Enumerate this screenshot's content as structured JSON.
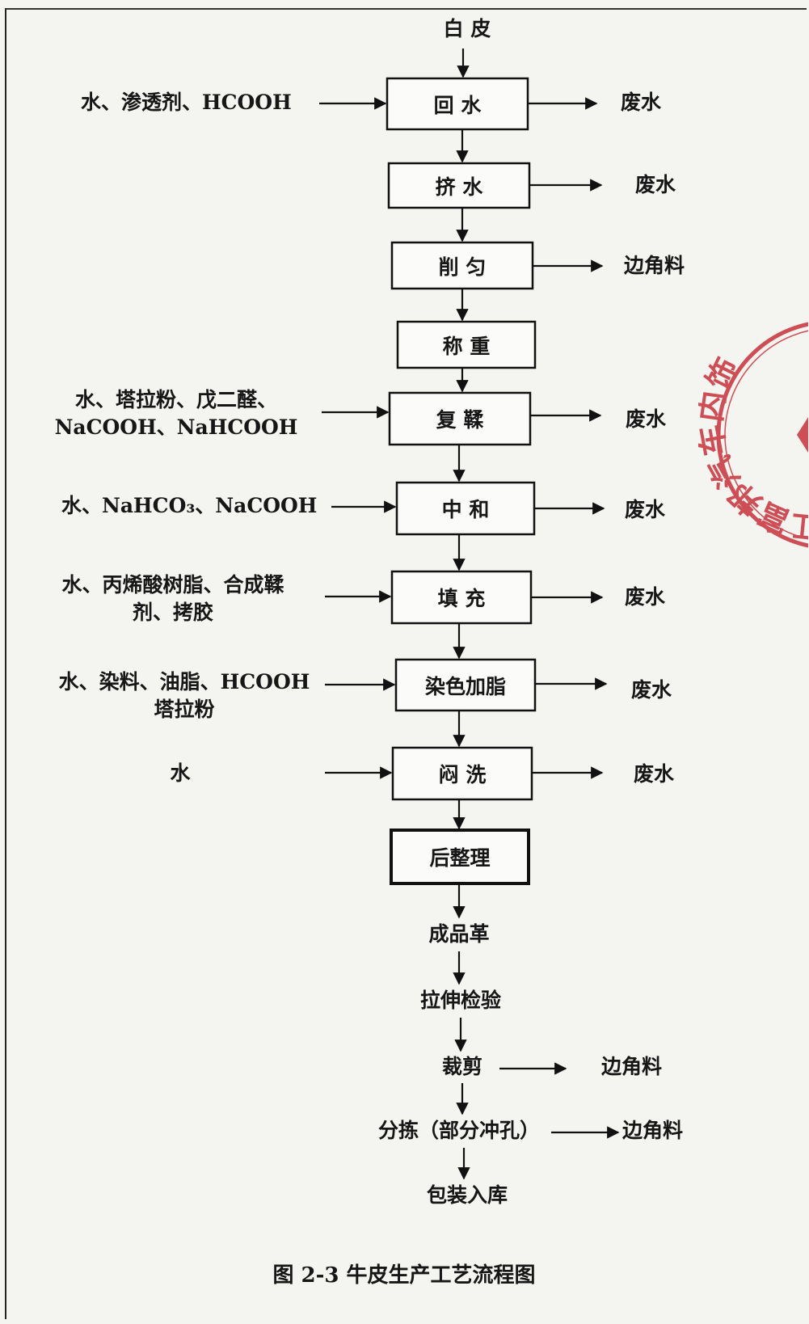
{
  "raw": "白 皮",
  "steps": [
    {
      "label": "回 水",
      "in": "水、渗透剂、HCOOH",
      "out": "废水"
    },
    {
      "label": "挤 水",
      "out": "废水"
    },
    {
      "label": "削 匀",
      "out": "边角料"
    },
    {
      "label": "称 重"
    },
    {
      "label": "复 鞣",
      "in": [
        "水、塔拉粉、戊二醛、",
        "NaCOOH、NaHCOOH"
      ],
      "out": "废水"
    },
    {
      "label": "中 和",
      "in": "水、NaHCO₃、NaCOOH",
      "out": "废水"
    },
    {
      "label": "填 充",
      "in": [
        "水、丙烯酸树脂、合成鞣",
        "剂、拷胶"
      ],
      "out": "废水"
    },
    {
      "label": "染色加脂",
      "in": [
        "水、染料、油脂、HCOOH",
        "塔拉粉"
      ],
      "out": "废水"
    },
    {
      "label": "闷 洗",
      "in": "水",
      "out": "废水"
    },
    {
      "label": "后整理"
    }
  ],
  "post": [
    {
      "label": "成品革"
    },
    {
      "label": "拉伸检验"
    },
    {
      "label": "裁剪",
      "out": "边角料"
    },
    {
      "label": "分拣（部分冲孔）",
      "out": "边角料"
    },
    {
      "label": "包装入库"
    }
  ],
  "caption": "图 2-3  牛皮生产工艺流程图",
  "stamp": {
    "text": "江富邦汽车内饰",
    "color": "#c8323a"
  }
}
